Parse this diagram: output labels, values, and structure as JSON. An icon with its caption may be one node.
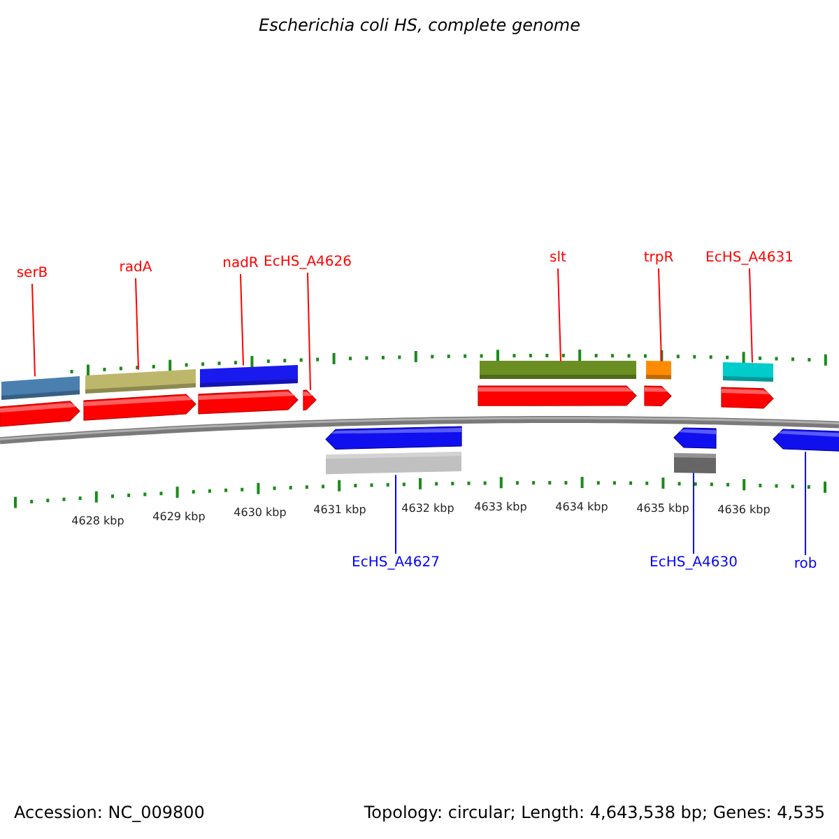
{
  "diagram": {
    "title": "Escherichia coli HS, complete genome",
    "nodes": [
      {
        "text": [
          "serB"
        ]
      },
      {
        "text": [
          "radA"
        ]
      },
      {
        "text": [
          "nadR"
        ]
      },
      {
        "text": [
          "EcHS_A4626"
        ]
      },
      {
        "text": [
          "slt"
        ]
      },
      {
        "text": [
          "trpR"
        ]
      },
      {
        "text": [
          "EcHS_A4631"
        ]
      },
      {
        "text": [],
        "shape": "arrow"
      },
      {
        "text": [],
        "shape": "arrow"
      },
      {
        "text": [],
        "shape": "arrow"
      },
      {
        "text": [],
        "shape": "arrow"
      },
      {
        "text": [],
        "shape": "arrow"
      },
      {
        "text": [],
        "shape": "arrow"
      },
      {
        "text": [],
        "shape": "arrow"
      },
      {
        "text": [],
        "shape": "arrow"
      },
      {
        "text": [],
        "shape": "arrow"
      },
      {
        "text": [],
        "shape": "arrow"
      },
      {
        "text": [
          "EcHS_A4627"
        ]
      },
      {
        "text": [
          "EcHS_A4630"
        ]
      },
      {
        "text": [
          "rob"
        ]
      }
    ],
    "edges": [
      {
        "from": 0,
        "to": 7,
        "arrow": "none"
      },
      {
        "from": 1,
        "to": 8,
        "arrow": "none"
      },
      {
        "from": 2,
        "to": 9,
        "arrow": "none"
      },
      {
        "from": 3,
        "to": 10,
        "arrow": "none"
      },
      {
        "from": 4,
        "to": 11,
        "arrow": "none"
      },
      {
        "from": 5,
        "to": 12,
        "arrow": "none"
      },
      {
        "from": 6,
        "to": 13,
        "arrow": "none"
      },
      {
        "from": 17,
        "to": 14,
        "arrow": "none",
        "color": "#0000ff"
      },
      {
        "from": 18,
        "to": 15,
        "arrow": "none",
        "color": "#0000ff"
      },
      {
        "from": 19,
        "to": 16,
        "arrow": "none",
        "color": "#0000ff"
      }
    ],
    "labels": [
      "4628 kbp",
      "4629 kbp",
      "4630 kbp",
      "4631 kbp",
      "4632 kbp",
      "4633 kbp",
      "4634 kbp",
      "4635 kbp",
      "4636 kbp",
      "Accession: NC_009800",
      "Topology: circular; Length: 4,643,538 bp; Genes: 4,535"
    ]
  }
}
